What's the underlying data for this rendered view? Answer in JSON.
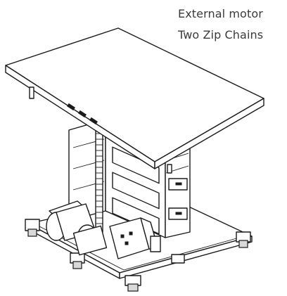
{
  "captions": {
    "line1": "External motor",
    "line2": "Two Zip Chains"
  },
  "colors": {
    "line": "#1a1a1a",
    "text": "#3a3a3a",
    "background": "#ffffff"
  },
  "figure": {
    "icon": "lift-table-drawing"
  }
}
